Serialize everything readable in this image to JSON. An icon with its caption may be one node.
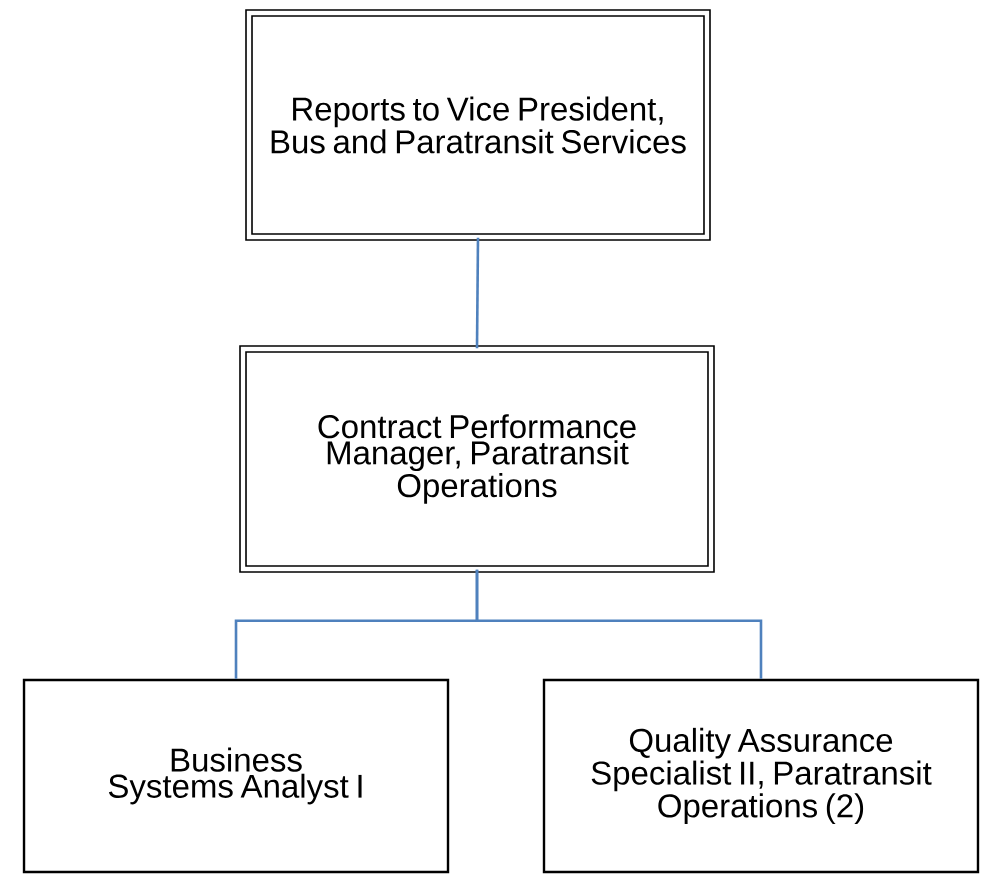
{
  "diagram": {
    "nodes": [
      {
        "text": [
          "Reports to Vice President, Bus and Paratransit Services"
        ]
      },
      {
        "text": [
          "Contract Performance Manager, Paratransit Operations"
        ]
      },
      {
        "text": [
          "Business Systems Analyst I"
        ]
      },
      {
        "text": [
          "Quality Assurance Specialist II, Paratransit Operations (2)"
        ]
      }
    ],
    "edges": [
      {
        "from": 0,
        "to": 1,
        "arrow": "none"
      },
      {
        "from": 1,
        "to": 2,
        "arrow": "none"
      },
      {
        "from": 1,
        "to": 3,
        "arrow": "none"
      }
    ]
  }
}
